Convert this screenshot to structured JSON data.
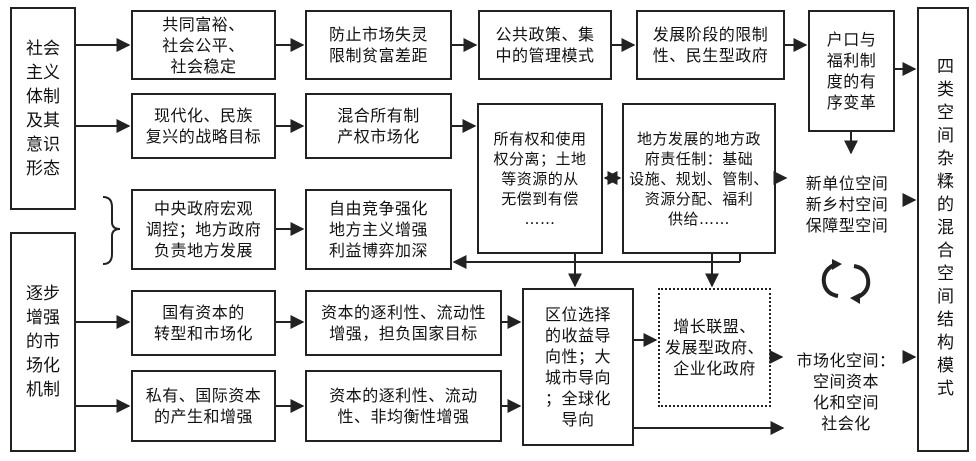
{
  "left_top": "社会\n主义\n体制\n及其\n意识\n形态",
  "left_bottom": "逐步\n增强\n的市\n场化\n机制",
  "right_column": "四类空间杂糅的混合空间结构模式",
  "row1": [
    "共同富裕、\n社会公平、\n社会稳定",
    "防止市场失灵\n限制贫富差距",
    "公共政策、集\n中的管理模式",
    "发展阶段的限制\n性、民生型政府",
    "户口与\n福利制\n度的有\n序变革"
  ],
  "row2": [
    "现代化、民族\n复兴的战略目标",
    "混合所有制\n产权市场化"
  ],
  "mid_tall_1": "所有权和使用\n权分离；土地\n等资源的从\n无偿到有偿\n……",
  "mid_tall_2": "地方发展的地方政\n府责任制：基础\n设施、规划、管制、\n资源分配、福利\n供给……",
  "row3": [
    "中央政府宏观\n调控；地方政府\n负责地方发展",
    "自由竞争强化\n地方主义增强\n利益博弈加深"
  ],
  "new_space": "新单位空间\n新乡村空间\n保障型空间",
  "row4": [
    "国有资本的\n转型和市场化",
    "资本的逐利性、流动性\n增强，担负国家目标"
  ],
  "row5": [
    "私有、国际资本\n的产生和增强",
    "资本的逐利性、流动\n性、非均衡性增强"
  ],
  "location_box": "区位选择\n的收益导\n向性；大\n城市导向\n；全球化\n导向",
  "growth_box": "增长联盟、\n发展型政府、\n企业化政府",
  "market_space": "市场化空间：\n空间资本\n化和空间\n社会化"
}
